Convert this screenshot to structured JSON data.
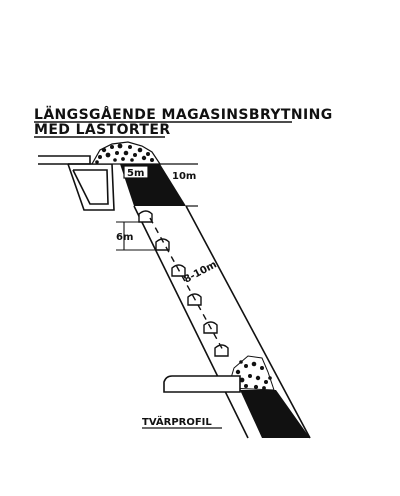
{
  "title": {
    "line1": "LÄNGSGÅENDE MAGASINSBRYTNING",
    "line2": "MED LASTORTER"
  },
  "dimensions": {
    "top_width": "5m",
    "top_height": "10m",
    "side_spacing": "6m",
    "internal_spacing": "8-10m"
  },
  "caption": "TVÄRPROFIL",
  "colors": {
    "ink": "#111111",
    "background": "#ffffff"
  }
}
